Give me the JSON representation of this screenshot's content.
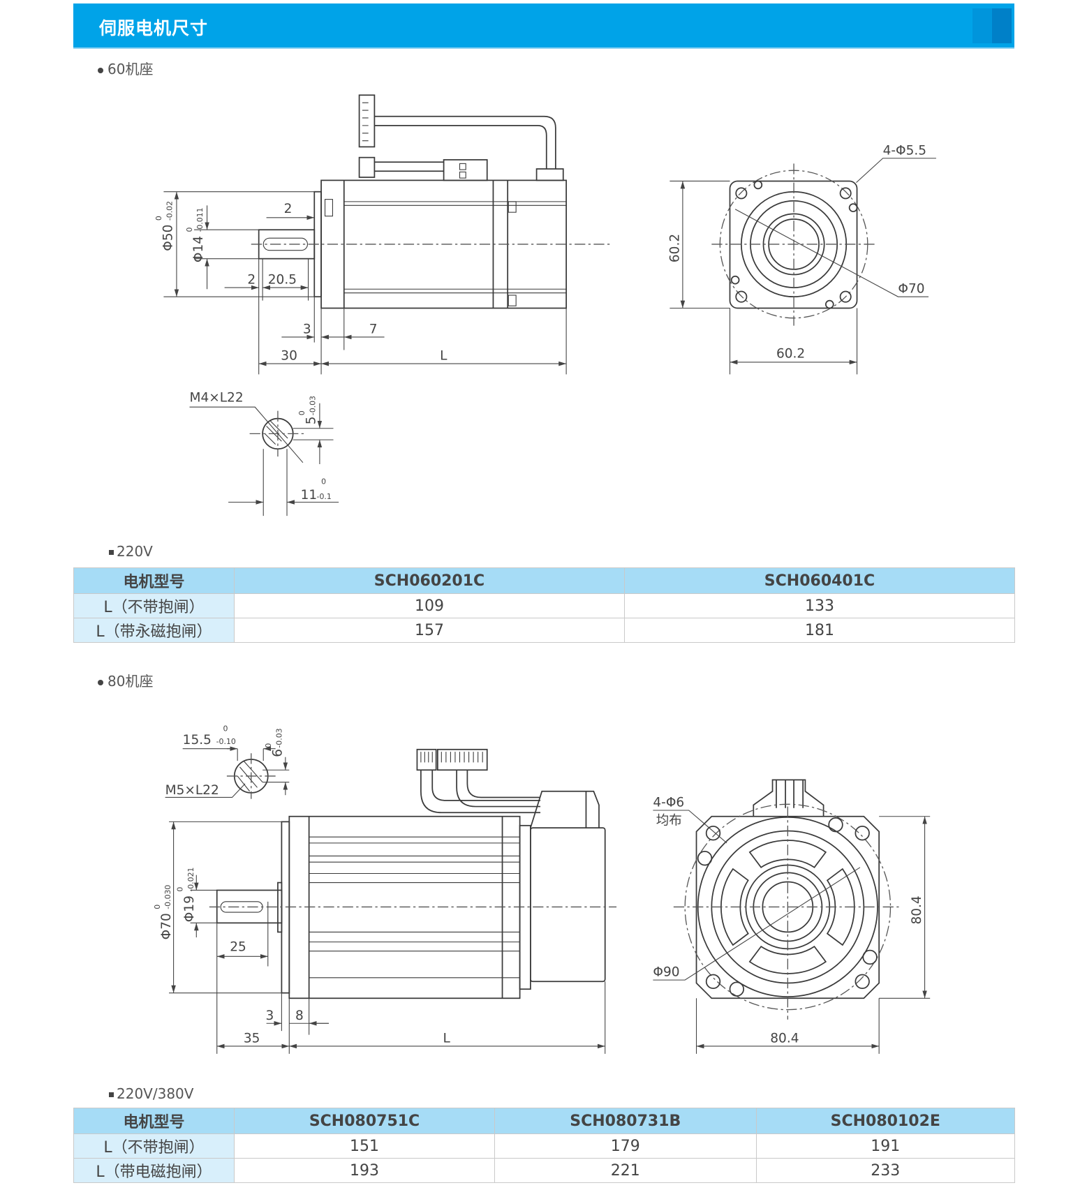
{
  "header": {
    "title": "伺服电机尺寸",
    "color": "#00a3e8"
  },
  "section60": {
    "title": "60机座",
    "voltage": "220V",
    "drawing": {
      "phi50": "Φ50",
      "phi50_upper": "0",
      "phi50_lower": "-0.02",
      "phi14": "Φ14",
      "phi14_upper": "0",
      "phi14_lower": "-0.011",
      "d2a": "2",
      "d2b": "2",
      "d20_5": "20.5",
      "d3": "3",
      "d7": "7",
      "d30": "30",
      "dL": "L",
      "side_h": "60.2",
      "side_w": "60.2",
      "holes": "4-Φ5.5",
      "pcd": "Φ70",
      "thread": "M4×L22",
      "key_w": "5",
      "key_w_upper": "0",
      "key_w_lower": "-0.03",
      "key_h": "11",
      "key_h_upper": "0",
      "key_h_lower": "-0.1"
    },
    "table": {
      "header": [
        "电机型号",
        "SCH060201C",
        "SCH060401C"
      ],
      "rows": [
        [
          "L（不带抱闸）",
          "109",
          "133"
        ],
        [
          "L（带永磁抱闸）",
          "157",
          "181"
        ]
      ]
    }
  },
  "section80": {
    "title": "80机座",
    "voltage": "220V/380V",
    "drawing": {
      "key_h": "15.5",
      "key_h_upper": "0",
      "key_h_lower": "-0.10",
      "key_w": "6",
      "key_w_upper": "0",
      "key_w_lower": "-0.03",
      "thread": "M5×L22",
      "phi70": "Φ70",
      "phi70_upper": "0",
      "phi70_lower": "-0.030",
      "phi19": "Φ19",
      "phi19_upper": "0",
      "phi19_lower": "-0.021",
      "d25": "25",
      "d3": "3",
      "d8": "8",
      "d35": "35",
      "dL": "L",
      "holes": "4-Φ6",
      "holes_note": "均布",
      "pcd": "Φ90",
      "side_h": "80.4",
      "side_w": "80.4"
    },
    "table": {
      "header": [
        "电机型号",
        "SCH080751C",
        "SCH080731B",
        "SCH080102E"
      ],
      "rows": [
        [
          "L（不带抱闸）",
          "151",
          "179",
          "191"
        ],
        [
          "L（带电磁抱闸）",
          "193",
          "221",
          "233"
        ]
      ]
    }
  }
}
